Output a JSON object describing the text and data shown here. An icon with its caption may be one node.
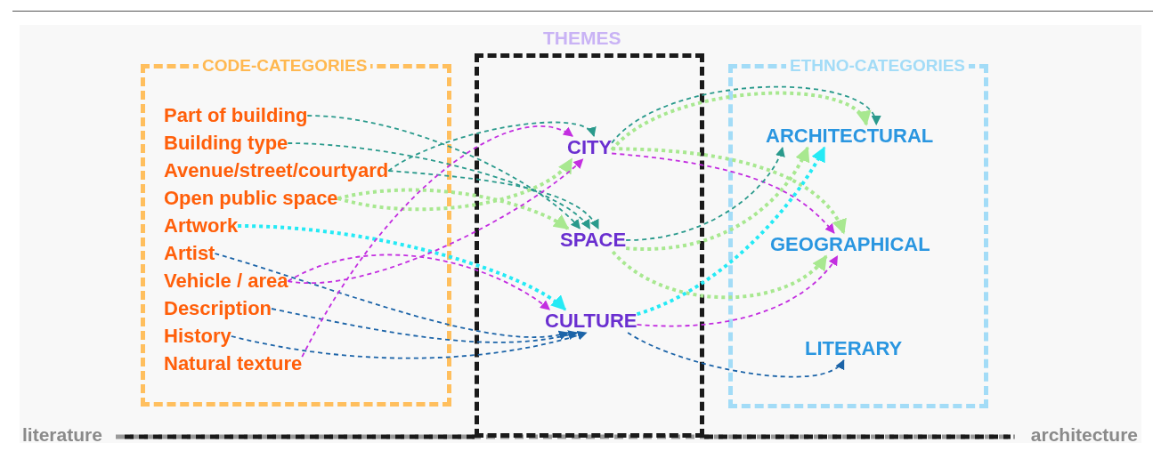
{
  "diagram": {
    "nodes": [
      {
        "text": [
          "CODE-CATEGORIES"
        ]
      },
      {
        "text": [
          "Part of building"
        ],
        "in": 0
      },
      {
        "text": [
          "Building type"
        ],
        "in": 0
      },
      {
        "text": [
          "Avenue/street/courtyard"
        ],
        "in": 0
      },
      {
        "text": [
          "Open public space"
        ],
        "in": 0
      },
      {
        "text": [
          "Artwork"
        ],
        "in": 0
      },
      {
        "text": [
          "Artist"
        ],
        "in": 0
      },
      {
        "text": [
          "Vehicle / area"
        ],
        "in": 0
      },
      {
        "text": [
          "Description"
        ],
        "in": 0
      },
      {
        "text": [
          "History"
        ],
        "in": 0
      },
      {
        "text": [
          "Natural texture"
        ],
        "in": 0
      },
      {
        "text": [
          "THEMES"
        ]
      },
      {
        "text": [
          "CITY"
        ],
        "in": 11
      },
      {
        "text": [
          "SPACE"
        ],
        "in": 11
      },
      {
        "text": [
          "CULTURE"
        ],
        "in": 11
      },
      {
        "text": [
          "ETHNO-CATEGORIES"
        ]
      },
      {
        "text": [
          "ARCHITECTURAL"
        ],
        "in": 15
      },
      {
        "text": [
          "GEOGRAPHICAL"
        ],
        "in": 15
      },
      {
        "text": [
          "LITERARY"
        ],
        "in": 15
      }
    ],
    "edges": [
      {
        "from": 1,
        "to": 13,
        "arrow": "to",
        "style": "dashed",
        "color": "#2a9a8c"
      },
      {
        "from": 2,
        "to": 13,
        "arrow": "to",
        "style": "dashed",
        "color": "#2a9a8c"
      },
      {
        "from": 3,
        "to": 12,
        "arrow": "to",
        "style": "dashed",
        "color": "#2a9a8c"
      },
      {
        "from": 3,
        "to": 13,
        "arrow": "to",
        "style": "dashed",
        "color": "#2a9a8c"
      },
      {
        "from": 4,
        "to": 12,
        "arrow": "to",
        "style": "dashed",
        "color": "#a8e890"
      },
      {
        "from": 4,
        "to": 13,
        "arrow": "to",
        "style": "dashed",
        "color": "#a8e890"
      },
      {
        "from": 5,
        "to": 14,
        "arrow": "to",
        "style": "dashed",
        "color": "#25eaf5"
      },
      {
        "from": 6,
        "to": 14,
        "arrow": "to",
        "style": "dashed",
        "color": "#1c64a8"
      },
      {
        "from": 7,
        "to": 14,
        "arrow": "to",
        "style": "dashed",
        "color": "#c32ee0"
      },
      {
        "from": 7,
        "to": 12,
        "arrow": "to",
        "style": "dashed",
        "color": "#c32ee0"
      },
      {
        "from": 8,
        "to": 14,
        "arrow": "to",
        "style": "dashed",
        "color": "#1c64a8"
      },
      {
        "from": 9,
        "to": 14,
        "arrow": "to",
        "style": "dashed",
        "color": "#1c64a8"
      },
      {
        "from": 10,
        "to": 12,
        "arrow": "to",
        "style": "dashed",
        "color": "#c32ee0"
      },
      {
        "from": 12,
        "to": 16,
        "arrow": "to",
        "style": "dashed",
        "color": "#2a9a8c"
      },
      {
        "from": 12,
        "to": 16,
        "arrow": "to",
        "style": "dashed",
        "color": "#a8e890"
      },
      {
        "from": 12,
        "to": 17,
        "arrow": "to",
        "style": "dashed",
        "color": "#c32ee0"
      },
      {
        "from": 12,
        "to": 17,
        "arrow": "to",
        "style": "dashed",
        "color": "#a8e890"
      },
      {
        "from": 13,
        "to": 16,
        "arrow": "to",
        "style": "dashed",
        "color": "#2a9a8c"
      },
      {
        "from": 13,
        "to": 16,
        "arrow": "to",
        "style": "dashed",
        "color": "#a8e890"
      },
      {
        "from": 13,
        "to": 17,
        "arrow": "to",
        "style": "dashed",
        "color": "#a8e890"
      },
      {
        "from": 14,
        "to": 16,
        "arrow": "to",
        "style": "dashed",
        "color": "#25eaf5"
      },
      {
        "from": 14,
        "to": 17,
        "arrow": "to",
        "style": "dashed",
        "color": "#c32ee0"
      },
      {
        "from": 14,
        "to": 18,
        "arrow": "to",
        "style": "dashed",
        "color": "#1c64a8"
      }
    ],
    "labels": [
      "literature",
      "architecture"
    ]
  }
}
